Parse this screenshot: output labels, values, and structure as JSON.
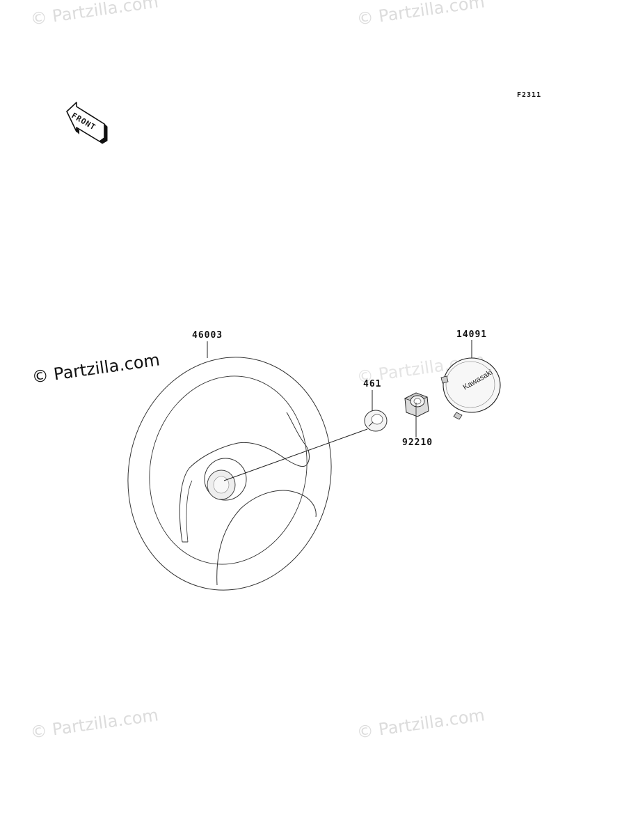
{
  "figure_code": "F2311",
  "front_label": "FRONT",
  "brand_label": "Kawasaki",
  "watermark": "© Partzilla.com",
  "parts": [
    {
      "number": "46003",
      "name": "steering-wheel"
    },
    {
      "number": "461",
      "name": "washer"
    },
    {
      "number": "92210",
      "name": "nut"
    },
    {
      "number": "14091",
      "name": "cover"
    }
  ]
}
